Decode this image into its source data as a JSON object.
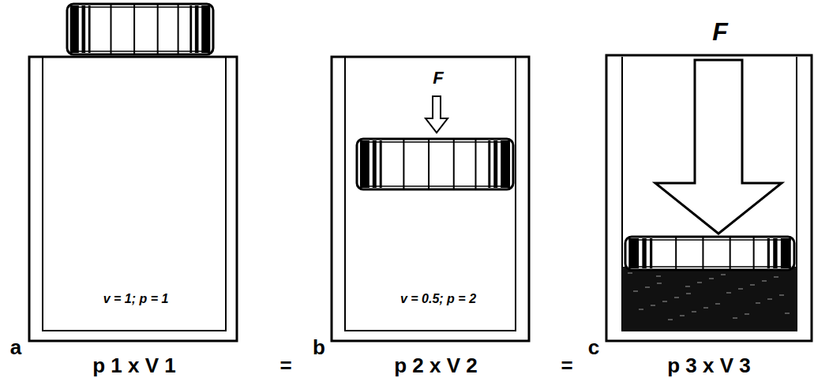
{
  "diagram": {
    "nodes": [
      {
        "text": [
          "v = 1; p = 1"
        ]
      },
      {
        "text": [
          "F",
          "v = 0.5; p = 2"
        ]
      },
      {
        "text": [
          "F"
        ]
      }
    ],
    "labels": [
      "a",
      "b",
      "c",
      "p 1 x V 1",
      "=",
      "p 2 x V 2",
      "=",
      "p 3 x V 3"
    ]
  }
}
